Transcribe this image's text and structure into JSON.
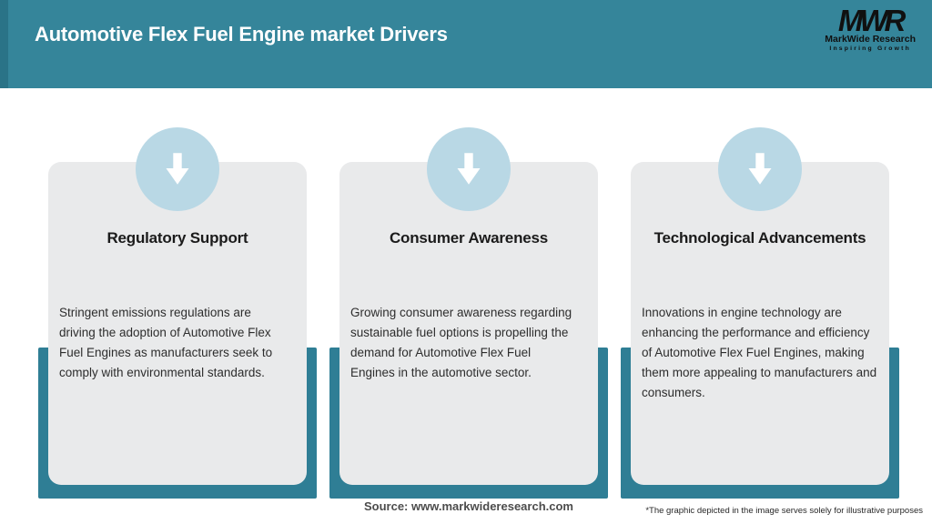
{
  "header": {
    "title": "Automotive Flex Fuel Engine market Drivers",
    "bg_color": "#35859A",
    "accent_strip_color": "#2A7387",
    "text_color": "#FFFFFF",
    "logo": {
      "monogram": "MWR",
      "name": "MarkWide Research",
      "tagline": "Inspiring Growth"
    }
  },
  "cards": [
    {
      "icon": "arrow-down-icon",
      "title": "Regulatory Support",
      "body": "Stringent emissions regulations are\ndriving the adoption of Automotive Flex\nFuel Engines as manufacturers seek to\ncomply with environmental standards."
    },
    {
      "icon": "arrow-down-icon",
      "title": "Consumer Awareness",
      "body": "Growing consumer awareness regarding\nsustainable fuel options is propelling the\ndemand for Automotive Flex Fuel\nEngines in the automotive sector."
    },
    {
      "icon": "arrow-down-icon",
      "title": "Technological Advancements",
      "body": "Innovations in engine technology are\nenhancing the performance and efficiency\nof Automotive Flex Fuel Engines, making\nthem more appealing to manufacturers and\nconsumers."
    }
  ],
  "footer": {
    "source": "Source: www.markwideresearch.com",
    "disclaimer": "*The graphic depicted in the image serves solely for illustrative purposes"
  },
  "colors": {
    "header_teal": "#35859A",
    "backing_panel_teal": "#2F7E95",
    "card_background": "#E9EAEB",
    "circle_blue": "#B9D8E5",
    "arrow_white": "#FFFFFF",
    "title_text": "#1B1B1B",
    "body_text": "#2D2D2D",
    "source_text": "#4C4C4C"
  }
}
